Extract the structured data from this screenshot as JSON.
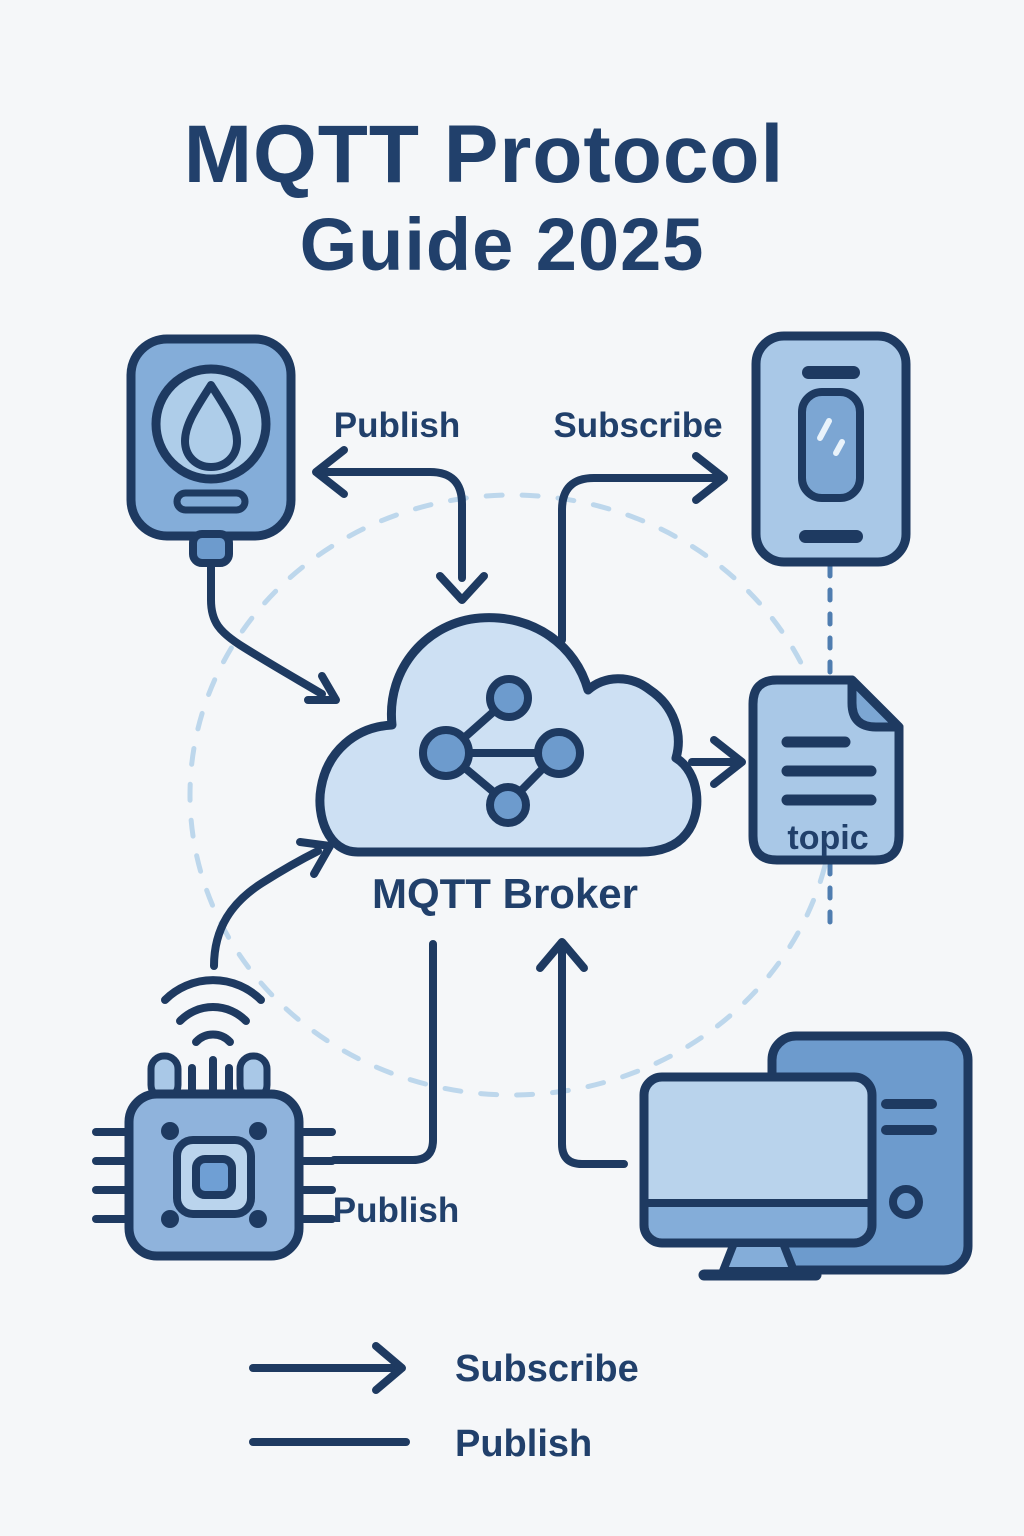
{
  "poster": {
    "title_line1": "MQTT Protocol",
    "title_line2": "Guide 2025"
  },
  "diagram": {
    "broker_label": "MQTT Broker",
    "topic_label": "topic",
    "publish_top_label": "Publish",
    "subscribe_top_label": "Subscribe",
    "publish_bottom_label": "Publish",
    "icons": {
      "sensor": "moisture-sensor-icon",
      "phone": "smartphone-icon",
      "broker": "cloud-broker-icon",
      "share": "share-network-icon",
      "document": "topic-document-icon",
      "chip": "iot-chip-icon",
      "wifi": "wifi-signal-icon",
      "computer": "desktop-computer-icon"
    }
  },
  "legend": {
    "subscribe_label": "Subscribe",
    "publish_label": "Publish"
  },
  "colors": {
    "background": "#f5f7f9",
    "outline_navy": "#1e3a61",
    "text_navy": "#21406b",
    "blue_medium": "#84add9",
    "blue_light": "#a9c8e7",
    "blue_pale": "#cde0f3",
    "blue_dark": "#6d9bcd",
    "screen_blue": "#7ca6d3",
    "monitor_screen": "#b9d3ec",
    "chip_pad": "#bad4ed",
    "dashed_arc": "#bdd7ec",
    "dashed_line": "#4f7db0"
  }
}
